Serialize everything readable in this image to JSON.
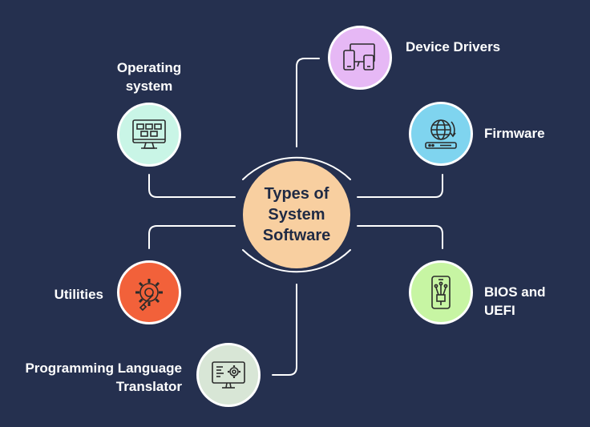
{
  "hub": {
    "title": "Types of System Software"
  },
  "nodes": [
    {
      "id": "operating-system",
      "label": "Operating system",
      "icon": "monitor-windows-icon",
      "color": "#c9f5e6"
    },
    {
      "id": "device-drivers",
      "label": "Device Drivers",
      "icon": "devices-icon",
      "color": "#e6b8f5"
    },
    {
      "id": "firmware",
      "label": "Firmware",
      "icon": "globe-router-icon",
      "color": "#7fd4ef"
    },
    {
      "id": "utilities",
      "label": "Utilities",
      "icon": "gear-wrench-icon",
      "color": "#f2613a"
    },
    {
      "id": "bios-uefi",
      "label": "BIOS and UEFI",
      "icon": "chip-phone-icon",
      "color": "#c7f5a3"
    },
    {
      "id": "programming-language-translator",
      "label": "Programming Language Translator",
      "icon": "code-monitor-icon",
      "color": "#d8e6d6"
    }
  ],
  "colors": {
    "background": "#25304f",
    "lines": "#ffffff",
    "hub": "#f8cfa0",
    "text": "#ffffff"
  }
}
